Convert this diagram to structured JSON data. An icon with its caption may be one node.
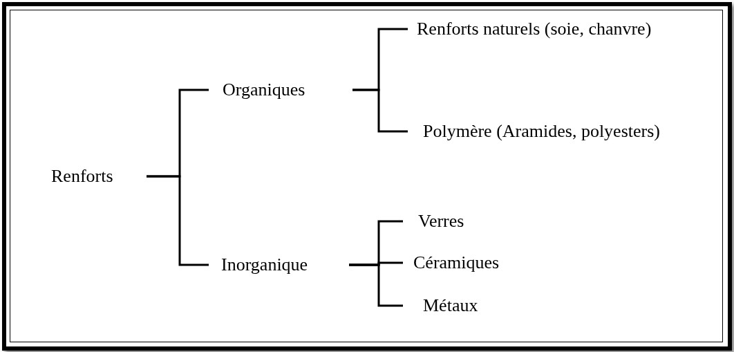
{
  "diagram": {
    "nodes": [
      {
        "text": [
          "Renforts"
        ]
      },
      {
        "text": [
          "Organiques"
        ]
      },
      {
        "text": [
          "Inorganique"
        ]
      },
      {
        "text": [
          "Renforts naturels (soie, chanvre)"
        ]
      },
      {
        "text": [
          "Polymère (Aramides, polyesters)"
        ]
      },
      {
        "text": [
          "Verres"
        ]
      },
      {
        "text": [
          "Céramiques"
        ]
      },
      {
        "text": [
          "Métaux"
        ]
      }
    ],
    "edges": [
      {
        "from": 0,
        "to": 1,
        "arrow": "none"
      },
      {
        "from": 0,
        "to": 2,
        "arrow": "none"
      },
      {
        "from": 1,
        "to": 3,
        "arrow": "none"
      },
      {
        "from": 1,
        "to": 4,
        "arrow": "none"
      },
      {
        "from": 2,
        "to": 5,
        "arrow": "none"
      },
      {
        "from": 2,
        "to": 6,
        "arrow": "none"
      },
      {
        "from": 2,
        "to": 7,
        "arrow": "none"
      }
    ]
  }
}
